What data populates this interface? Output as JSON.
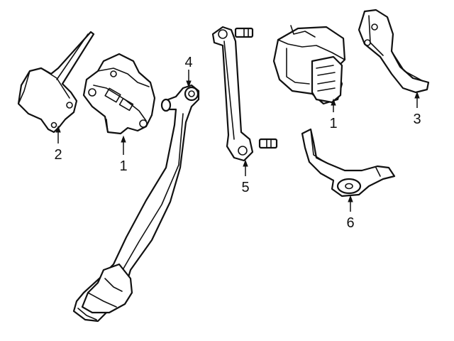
{
  "diagram": {
    "callouts": [
      {
        "id": "c2a",
        "number": "2"
      },
      {
        "id": "c1a",
        "number": "1"
      },
      {
        "id": "c4",
        "number": "4"
      },
      {
        "id": "c5",
        "number": "5"
      },
      {
        "id": "c1b",
        "number": "1"
      },
      {
        "id": "c3",
        "number": "3"
      },
      {
        "id": "c6",
        "number": "6"
      }
    ]
  }
}
